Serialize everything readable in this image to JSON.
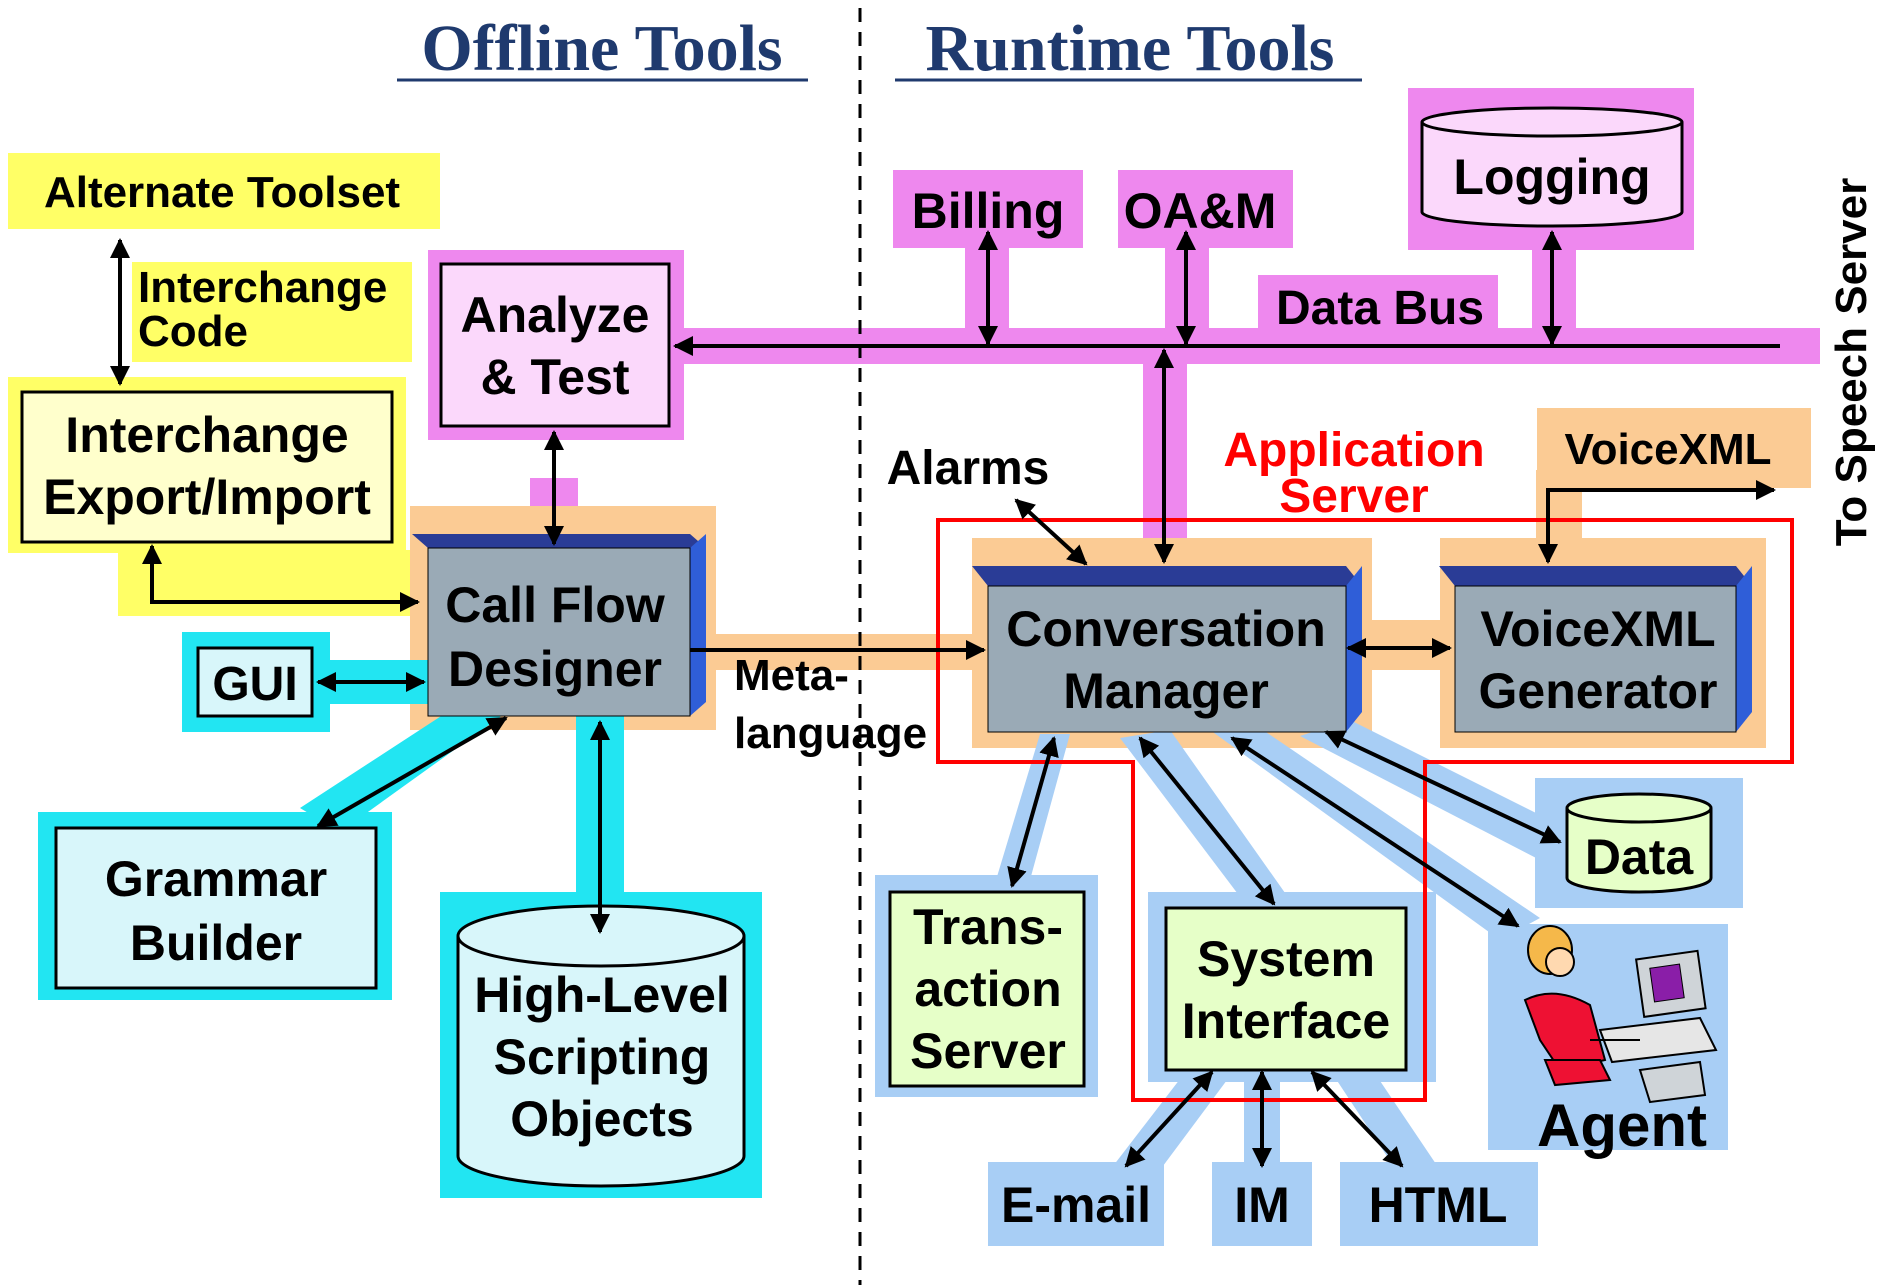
{
  "headings": {
    "offline": "Offline Tools",
    "runtime": "Runtime Tools"
  },
  "colors": {
    "yellow": "#ffff66",
    "pink": "#ee88ee",
    "peach": "#fbcb94",
    "cyan": "#22e5f2",
    "lightblue": "#a8cef5",
    "box_gray": "#9aaab6",
    "box_dark": "#2a3c96",
    "box_side": "#2f5ed8",
    "red": "#ff0000",
    "title_blue": "#1f3a6e"
  },
  "nodes": {
    "alternate_toolset": "Alternate Toolset",
    "interchange_code": [
      "Interchange",
      "Code"
    ],
    "interchange_export": [
      "Interchange",
      "Export/Import"
    ],
    "analyze_test": [
      "Analyze",
      "& Test"
    ],
    "call_flow_designer": [
      "Call Flow",
      "Designer"
    ],
    "gui": "GUI",
    "grammar_builder": [
      "Grammar",
      "Builder"
    ],
    "scripting_objects": [
      "High-Level",
      "Scripting",
      "Objects"
    ],
    "meta_language": [
      "Meta-",
      "language"
    ],
    "billing": "Billing",
    "oam": "OA&M",
    "logging": "Logging",
    "data_bus": "Data Bus",
    "alarms": "Alarms",
    "application_server": [
      "Application",
      "Server"
    ],
    "voicexml_label": "VoiceXML",
    "to_speech_server": "To Speech Server",
    "conversation_manager": [
      "Conversation",
      "Manager"
    ],
    "voicexml_generator": [
      "VoiceXML",
      "Generator"
    ],
    "transaction_server": [
      "Trans-",
      "action",
      "Server"
    ],
    "system_interface": [
      "System",
      "Interface"
    ],
    "data": "Data",
    "agent": "Agent",
    "email": "E-mail",
    "im": "IM",
    "html": "HTML"
  }
}
